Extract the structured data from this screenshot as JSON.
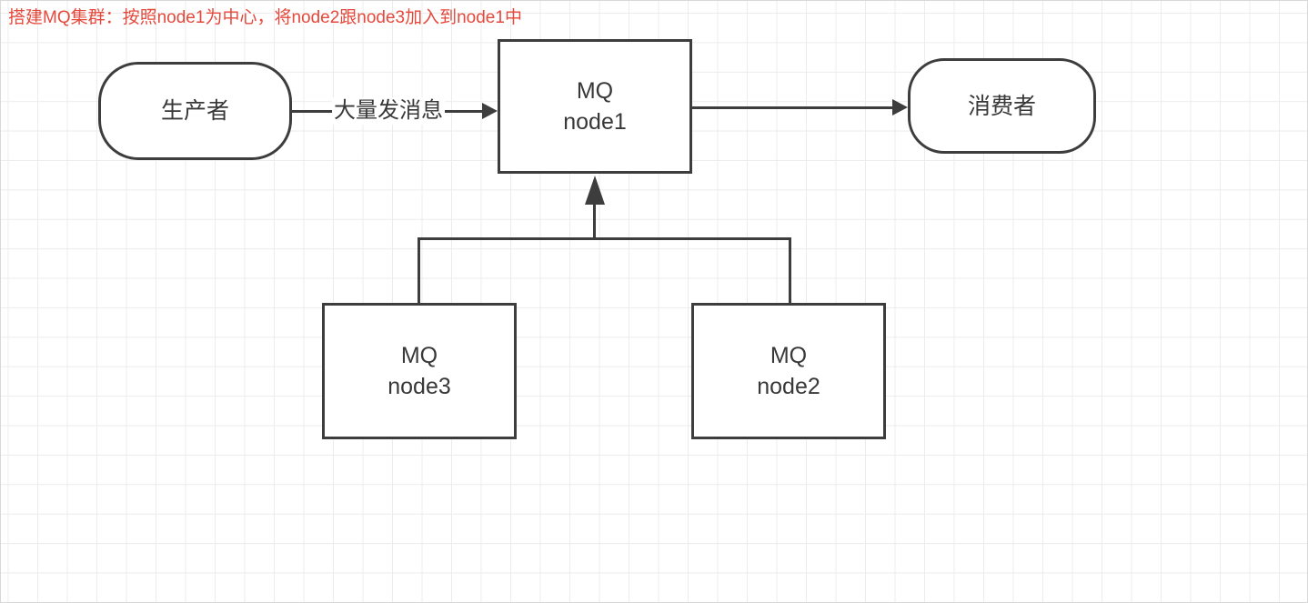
{
  "title": {
    "text": "搭建MQ集群：按照node1为中心，将node2跟node3加入到node1中"
  },
  "diagram": {
    "nodes": {
      "producer": {
        "label": "生产者",
        "shape": "rounded"
      },
      "mq_node1": {
        "label": "MQ\nnode1",
        "shape": "rectangle"
      },
      "consumer": {
        "label": "消费者",
        "shape": "rounded"
      },
      "mq_node3": {
        "label": "MQ\nnode3",
        "shape": "rectangle"
      },
      "mq_node2": {
        "label": "MQ\nnode2",
        "shape": "rectangle"
      }
    },
    "edges": {
      "producer_to_node1": {
        "from": "producer",
        "to": "mq_node1",
        "label": "大量发消息"
      },
      "node1_to_consumer": {
        "from": "mq_node1",
        "to": "consumer",
        "label": ""
      },
      "node3_node2_to_node1": {
        "from": "mq_node3, mq_node2",
        "to": "mq_node1",
        "label": ""
      }
    }
  },
  "colors": {
    "title-red": "#e5493c",
    "stroke": "#3d3d3d",
    "text": "#383838",
    "grid": "#ececec",
    "canvas-bg": "#ffffff"
  }
}
